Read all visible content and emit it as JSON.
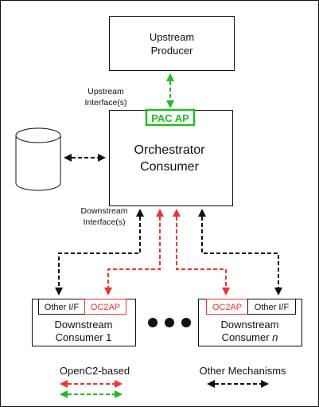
{
  "colors": {
    "green": "#22bb22",
    "red": "#ee3333",
    "black": "#111111"
  },
  "upstream_producer": {
    "line1": "Upstream",
    "line2": "Producer"
  },
  "upstream_interface": {
    "line1": "Upstream",
    "line2": "Interface(s)"
  },
  "pac_ap": {
    "label": "PAC AP"
  },
  "orchestrator": {
    "line1": "Orchestrator",
    "line2": "Consumer"
  },
  "downstream_interface": {
    "line1": "Downstream",
    "line2": "Interface(s)"
  },
  "consumer_1": {
    "other_if": "Other I/F",
    "oc2ap": "OC2AP",
    "line1": "Downstream",
    "line2": "Consumer 1"
  },
  "consumer_n": {
    "oc2ap": "OC2AP",
    "other_if": "Other I/F",
    "line1": "Downstream",
    "line2_prefix": "Consumer ",
    "line2_italic": "n"
  },
  "legend": {
    "opencs_label": "OpenC2-based",
    "other_label": "Other Mechanisms"
  }
}
